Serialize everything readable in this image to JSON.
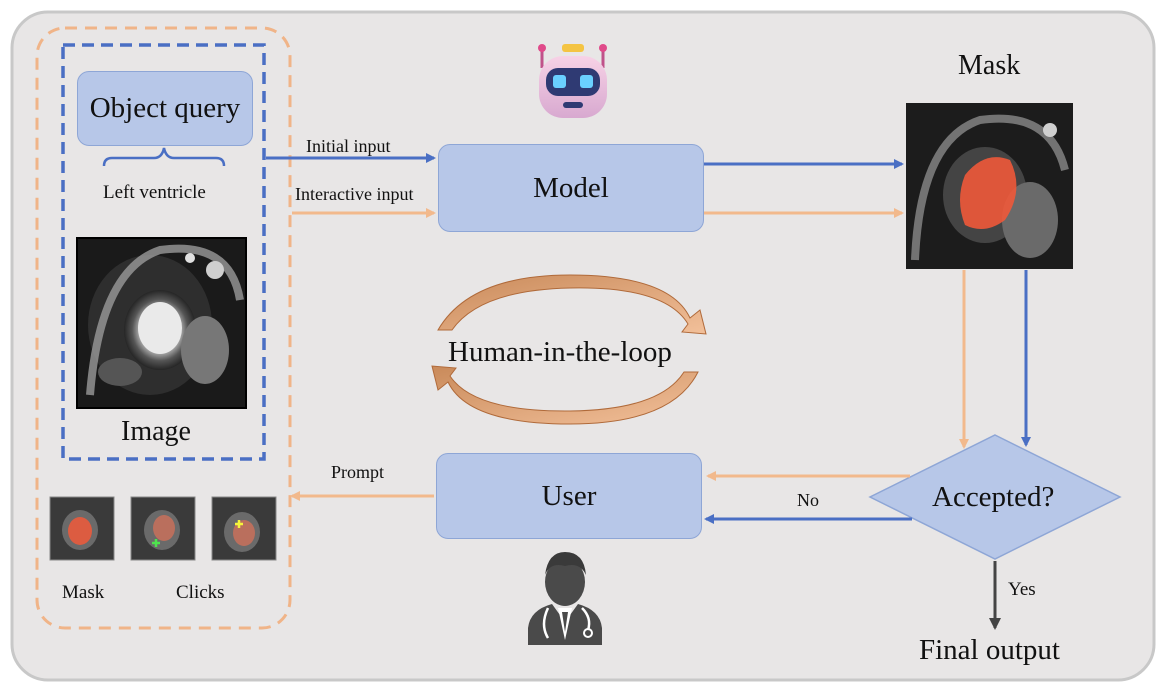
{
  "colors": {
    "background": "#e8e6e6",
    "frame": "#c8c8c8",
    "box_fill": "#b7c7e8",
    "box_border": "#8ea6d6",
    "blue_arrow": "#4a6fc4",
    "orange_arrow": "#f2b98c",
    "orange_dashed": "#f0b488",
    "blue_dashed": "#4a6fc4",
    "mask_overlay": "#f0593a"
  },
  "labels": {
    "object_query": "Object query",
    "left_ventricle": "Left ventricle",
    "image": "Image",
    "initial_input": "Initial input",
    "interactive_input": "Interactive input",
    "model": "Model",
    "mask_top": "Mask",
    "human_in_the_loop": "Human-in-the-loop",
    "user": "User",
    "prompt": "Prompt",
    "accepted": "Accepted?",
    "no": "No",
    "yes": "Yes",
    "final_output": "Final output",
    "mask_bottom": "Mask",
    "clicks": "Clicks"
  },
  "icons": {
    "robot": "robot-icon",
    "doctor": "doctor-icon"
  }
}
